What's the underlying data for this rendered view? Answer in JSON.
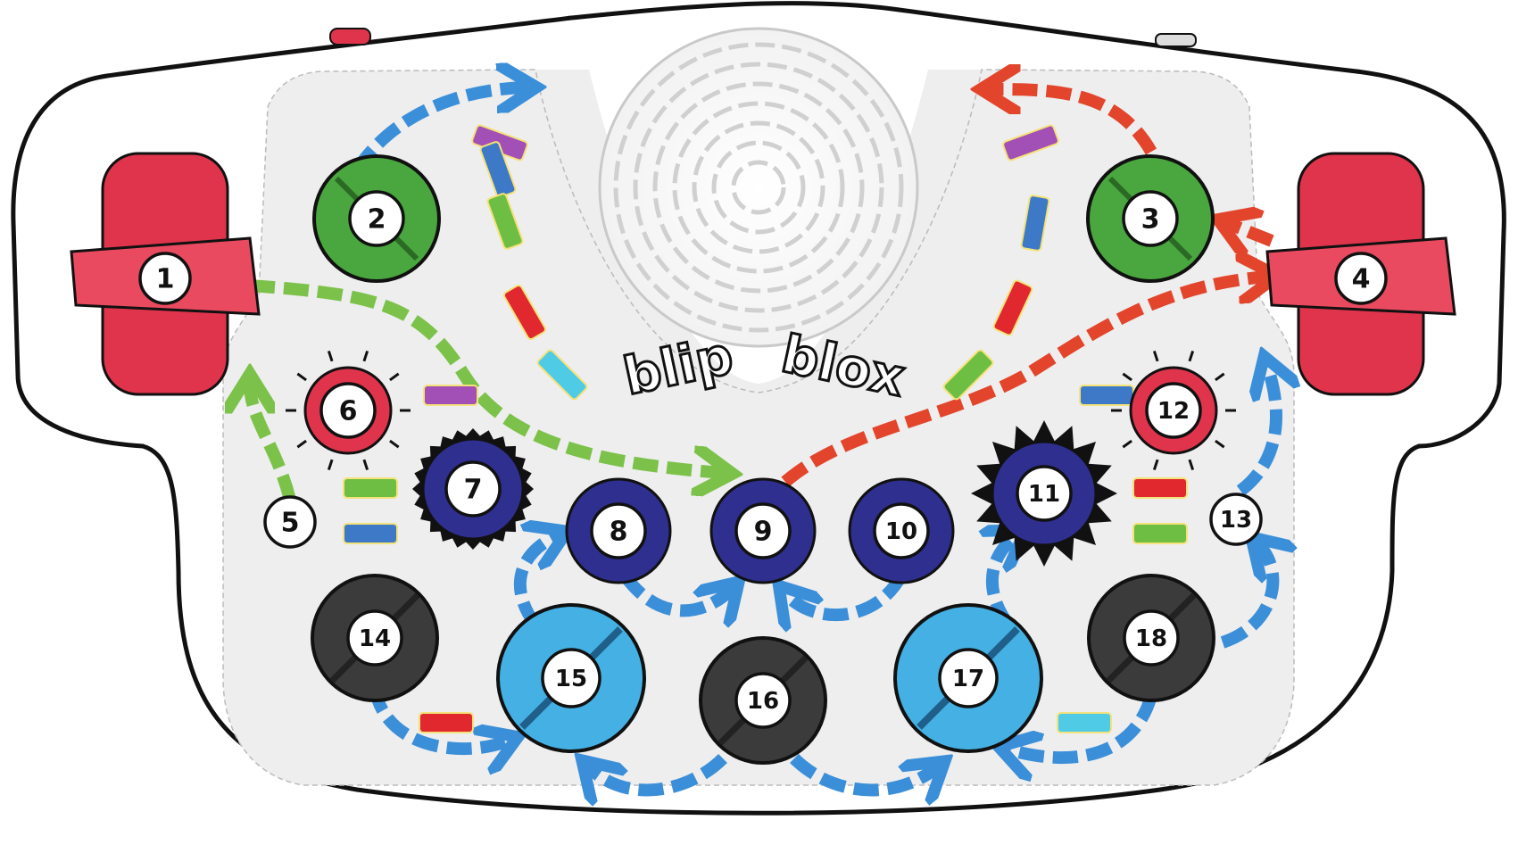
{
  "device": {
    "logo_left": "blip",
    "logo_right": "blox",
    "logo_ink": "#111111"
  },
  "colors": {
    "body": "#ffffff",
    "panel": "#eeeeee",
    "red_control": "#e0344c",
    "green_knob": "#4aa63f",
    "navy_button": "#2e2f8f",
    "cyan_pad": "#45b0e3",
    "dark_pad": "#3b3b3b",
    "arrow_blue": "#3b8fd9",
    "arrow_green": "#7cc24a",
    "arrow_red": "#e2452b",
    "led_purple": "#a24fb6",
    "led_blue": "#3d79c7",
    "led_green": "#6fbe44",
    "led_red": "#e0282e",
    "led_cyan": "#4fcbe6"
  },
  "controls": [
    {
      "label": "1",
      "kind": "left-red-lever"
    },
    {
      "label": "2",
      "kind": "green-knob"
    },
    {
      "label": "3",
      "kind": "green-knob"
    },
    {
      "label": "4",
      "kind": "right-red-lever"
    },
    {
      "label": "5",
      "kind": "label-only"
    },
    {
      "label": "6",
      "kind": "red-led-button"
    },
    {
      "label": "7",
      "kind": "navy-encoder"
    },
    {
      "label": "8",
      "kind": "navy-button"
    },
    {
      "label": "9",
      "kind": "navy-button"
    },
    {
      "label": "10",
      "kind": "navy-button"
    },
    {
      "label": "11",
      "kind": "navy-encoder-spiky"
    },
    {
      "label": "12",
      "kind": "red-led-button"
    },
    {
      "label": "13",
      "kind": "label-only"
    },
    {
      "label": "14",
      "kind": "dark-pad"
    },
    {
      "label": "15",
      "kind": "cyan-pad"
    },
    {
      "label": "16",
      "kind": "dark-pad"
    },
    {
      "label": "17",
      "kind": "cyan-pad"
    },
    {
      "label": "18",
      "kind": "dark-pad"
    }
  ],
  "leds": [
    {
      "color": "purple"
    },
    {
      "color": "blue"
    },
    {
      "color": "green"
    },
    {
      "color": "red"
    },
    {
      "color": "cyan"
    },
    {
      "color": "purple"
    },
    {
      "color": "blue"
    },
    {
      "color": "red"
    },
    {
      "color": "green"
    },
    {
      "color": "purple"
    },
    {
      "color": "green"
    },
    {
      "color": "blue"
    },
    {
      "color": "blue"
    },
    {
      "color": "red"
    },
    {
      "color": "green"
    },
    {
      "color": "red"
    },
    {
      "color": "cyan"
    }
  ]
}
